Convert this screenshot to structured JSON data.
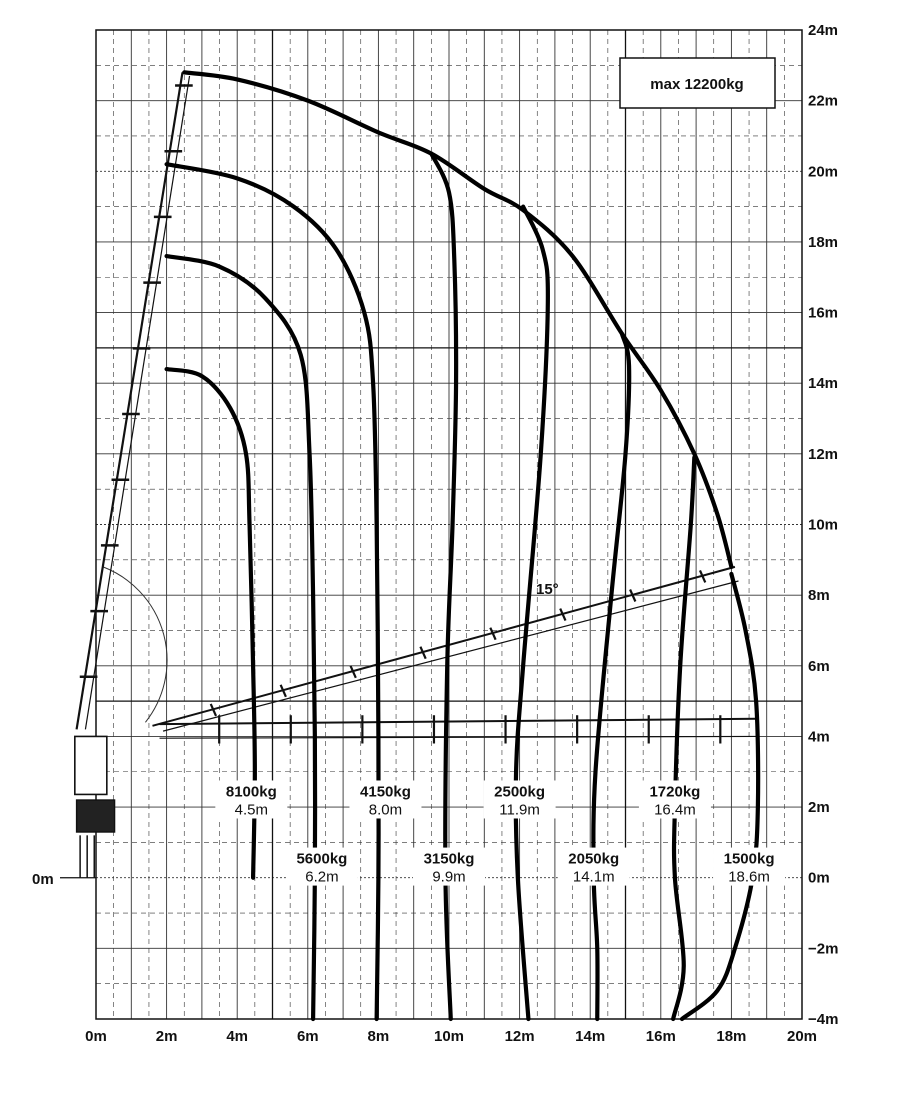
{
  "chart_data": {
    "type": "line",
    "title": "",
    "xlabel": "",
    "ylabel": "",
    "xlim": [
      0,
      20
    ],
    "ylim": [
      -4,
      24
    ],
    "grid": true,
    "x_ticks": [
      "0m",
      "2m",
      "4m",
      "6m",
      "8m",
      "10m",
      "12m",
      "14m",
      "16m",
      "18m",
      "20m"
    ],
    "y_ticks": [
      "24m",
      "22m",
      "20m",
      "18m",
      "16m",
      "14m",
      "12m",
      "10m",
      "8m",
      "6m",
      "4m",
      "2m",
      "0m",
      "−2m",
      "−4m"
    ],
    "left_label": "0m",
    "max_load": "max 12200kg",
    "angle_label": "15°",
    "series": [
      {
        "weight": "8100kg",
        "reach": "4.5m",
        "points": [
          [
            2,
            14.4
          ],
          [
            3,
            14.2
          ],
          [
            3.8,
            13.3
          ],
          [
            4.25,
            12
          ],
          [
            4.35,
            10
          ],
          [
            4.45,
            6
          ],
          [
            4.5,
            3
          ],
          [
            4.45,
            0
          ]
        ]
      },
      {
        "weight": "5600kg",
        "reach": "6.2m",
        "points": [
          [
            2,
            17.6
          ],
          [
            3.5,
            17.3
          ],
          [
            4.8,
            16.4
          ],
          [
            5.8,
            14.8
          ],
          [
            6.05,
            12
          ],
          [
            6.15,
            8
          ],
          [
            6.2,
            4
          ],
          [
            6.2,
            0
          ],
          [
            6.15,
            -4
          ]
        ]
      },
      {
        "weight": "4150kg",
        "reach": "8.0m",
        "points": [
          [
            2,
            20.2
          ],
          [
            4,
            19.8
          ],
          [
            5.6,
            19
          ],
          [
            6.8,
            17.8
          ],
          [
            7.6,
            16
          ],
          [
            7.85,
            14
          ],
          [
            7.95,
            10
          ],
          [
            8,
            4
          ],
          [
            8,
            0
          ],
          [
            7.95,
            -4
          ]
        ]
      },
      {
        "weight": "3150kg",
        "reach": "9.9m",
        "points": [
          [
            9.5,
            20.5
          ],
          [
            10,
            19.4
          ],
          [
            10.15,
            17.5
          ],
          [
            10.2,
            14
          ],
          [
            10.1,
            10
          ],
          [
            9.95,
            6
          ],
          [
            9.9,
            0
          ],
          [
            10.05,
            -4
          ]
        ]
      },
      {
        "weight": "2500kg",
        "reach": "11.9m",
        "points": [
          [
            12.1,
            19
          ],
          [
            12.65,
            17.8
          ],
          [
            12.8,
            16.3
          ],
          [
            12.6,
            12
          ],
          [
            12.1,
            6
          ],
          [
            11.9,
            3
          ],
          [
            11.95,
            0
          ],
          [
            12.25,
            -4
          ]
        ]
      },
      {
        "weight": "2050kg",
        "reach": "14.1m",
        "points": [
          [
            14.9,
            15.4
          ],
          [
            15.1,
            14.5
          ],
          [
            15,
            12
          ],
          [
            14.6,
            8
          ],
          [
            14.15,
            3
          ],
          [
            14.1,
            0
          ],
          [
            14.2,
            -2
          ],
          [
            14.2,
            -4
          ]
        ]
      },
      {
        "weight": "1720kg",
        "reach": "16.4m",
        "points": [
          [
            16.95,
            11.9
          ],
          [
            16.85,
            10
          ],
          [
            16.55,
            6
          ],
          [
            16.4,
            2
          ],
          [
            16.4,
            0
          ],
          [
            16.65,
            -2.5
          ],
          [
            16.35,
            -4
          ]
        ]
      },
      {
        "weight": "1500kg",
        "reach": "18.6m",
        "points": [
          [
            18,
            8.6
          ],
          [
            18.4,
            7
          ],
          [
            18.7,
            5
          ],
          [
            18.75,
            2
          ],
          [
            18.6,
            0
          ],
          [
            18.1,
            -2
          ],
          [
            17.6,
            -3.2
          ],
          [
            16.6,
            -4
          ]
        ]
      }
    ],
    "envelope": [
      [
        2.5,
        22.8
      ],
      [
        4,
        22.6
      ],
      [
        6,
        22
      ],
      [
        8,
        21.1
      ],
      [
        9.5,
        20.5
      ],
      [
        11,
        19.5
      ],
      [
        12.1,
        18.9
      ],
      [
        13.5,
        17.6
      ],
      [
        14.9,
        15.4
      ],
      [
        16,
        13.8
      ],
      [
        16.95,
        12
      ],
      [
        17.6,
        10.3
      ],
      [
        18,
        8.8
      ]
    ]
  }
}
